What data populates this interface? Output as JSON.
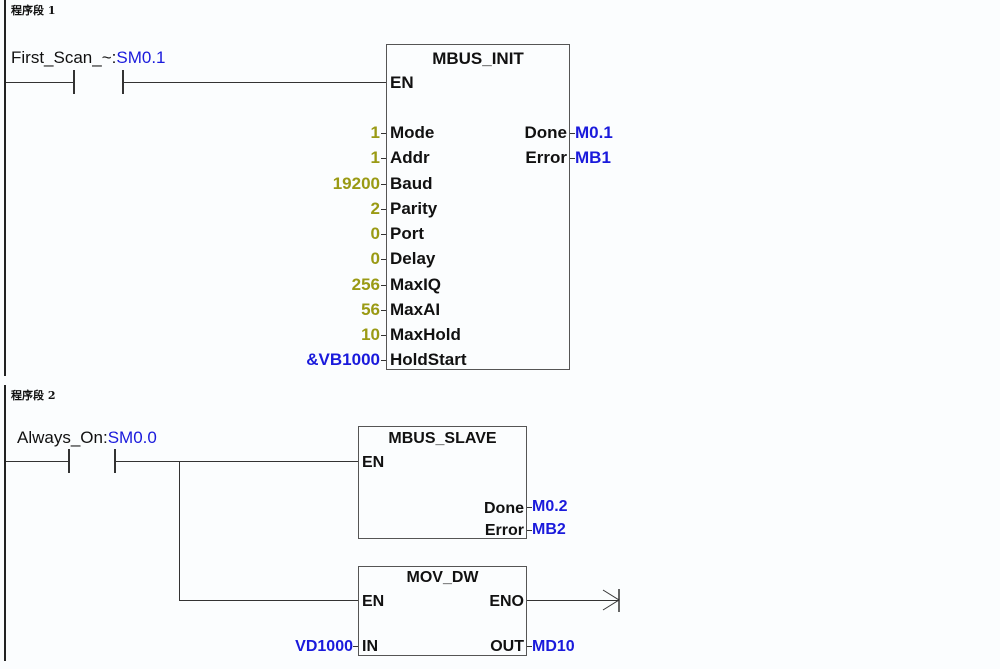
{
  "networks": [
    {
      "title": "程序段 1",
      "contact": {
        "symbol": "First_Scan_~:",
        "address": "SM0.1"
      },
      "block": {
        "name": "MBUS_INIT",
        "en": "EN",
        "inputs": [
          {
            "pin": "Mode",
            "value": "1",
            "kind": "const"
          },
          {
            "pin": "Addr",
            "value": "1",
            "kind": "const"
          },
          {
            "pin": "Baud",
            "value": "19200",
            "kind": "const"
          },
          {
            "pin": "Parity",
            "value": "2",
            "kind": "const"
          },
          {
            "pin": "Port",
            "value": "0",
            "kind": "const"
          },
          {
            "pin": "Delay",
            "value": "0",
            "kind": "const"
          },
          {
            "pin": "MaxIQ",
            "value": "256",
            "kind": "const"
          },
          {
            "pin": "MaxAI",
            "value": "56",
            "kind": "const"
          },
          {
            "pin": "MaxHold",
            "value": "10",
            "kind": "const"
          },
          {
            "pin": "HoldStart",
            "value": "&VB1000",
            "kind": "addr"
          }
        ],
        "outputs": [
          {
            "pin": "Done",
            "value": "M0.1"
          },
          {
            "pin": "Error",
            "value": "MB1"
          }
        ]
      }
    },
    {
      "title": "程序段 2",
      "contact": {
        "symbol": "Always_On:",
        "address": "SM0.0"
      },
      "blocks": [
        {
          "name": "MBUS_SLAVE",
          "en": "EN",
          "outputs": [
            {
              "pin": "Done",
              "value": "M0.2"
            },
            {
              "pin": "Error",
              "value": "MB2"
            }
          ]
        },
        {
          "name": "MOV_DW",
          "en": "EN",
          "eno": "ENO",
          "inputs": [
            {
              "pin": "IN",
              "value": "VD1000"
            }
          ],
          "outputs": [
            {
              "pin": "OUT",
              "value": "MD10"
            }
          ]
        }
      ]
    }
  ],
  "colors": {
    "address": "#1a1adc",
    "constant": "#9a9a14",
    "wire": "#333333"
  }
}
